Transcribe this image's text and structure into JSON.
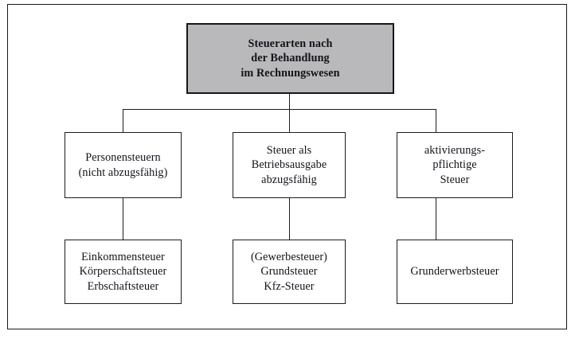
{
  "figure": {
    "type": "hierarchy-tree-diagram",
    "language": "de",
    "frame_border_color": "#1a1a1a",
    "background_color": "#ffffff",
    "line_color": "#1c1c1c",
    "text_color": "#14121a",
    "root_fill_color": "#b9b9bb"
  },
  "tree": {
    "root": {
      "id": "steuerarten-nach-behandlung",
      "text": "Steuerarten nach\nder Behandlung\nim Rechnungswesen",
      "lines": [
        "Steuerarten nach",
        "der Behandlung",
        "im Rechnungswesen"
      ]
    },
    "categories": [
      {
        "id": "personensteuern",
        "text": "Personensteuern\n(nicht abzugsfähig)",
        "lines": [
          "Personensteuern",
          "(nicht abzugsfähig)"
        ],
        "examples": {
          "id": "personensteuern-beispiele",
          "text": "Einkommensteuer\nKörperschaftsteuer\nErbschaftsteuer",
          "lines": [
            "Einkommensteuer",
            "Körperschaftsteuer",
            "Erbschaftsteuer"
          ]
        }
      },
      {
        "id": "steuer-als-betriebsausgabe",
        "text": "Steuer als\nBetriebsausgabe\nabzugsfähig",
        "lines": [
          "Steuer als",
          "Betriebsausgabe",
          "abzugsfähig"
        ],
        "examples": {
          "id": "betriebsausgabe-beispiele",
          "text": "(Gewerbesteuer)\nGrundsteuer\nKfz-Steuer",
          "lines": [
            "(Gewerbesteuer)",
            "Grundsteuer",
            "Kfz-Steuer"
          ]
        }
      },
      {
        "id": "aktivierungspflichtige-steuer",
        "text": "aktivierungs-\npflichtige\nSteuer",
        "lines": [
          "aktivierungs-",
          "pflichtige",
          "Steuer"
        ],
        "examples": {
          "id": "aktivierungspflichtige-beispiele",
          "text": "Grunderwerbsteuer",
          "lines": [
            "Grunderwerbsteuer"
          ]
        }
      }
    ]
  }
}
